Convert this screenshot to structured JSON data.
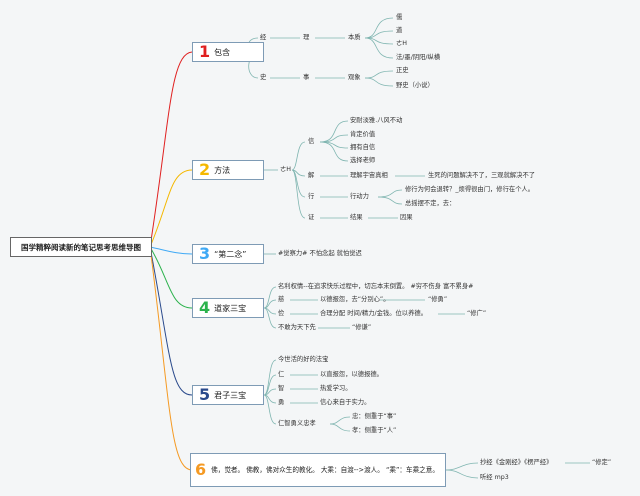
{
  "root": "国学精粹阅读新的笔记思考思维导图",
  "colors": {
    "n1": "#e02020",
    "n2": "#f5b800",
    "n3": "#3fa9f5",
    "n4": "#2bb24c",
    "n5": "#2a4a8c",
    "n6": "#f59a23"
  },
  "b1": {
    "num": "1",
    "label": "包含",
    "jing": "经",
    "li": "理",
    "benzhi": "本质",
    "items": [
      "儒",
      "道",
      "ㄜH",
      "法/墨/阴阳/纵横"
    ],
    "shi": "史",
    "shi2": "事",
    "guanji": "观象",
    "shi_items": [
      "正史",
      "野史（小说）"
    ]
  },
  "b2": {
    "num": "2",
    "label": "方法",
    "x": "ㄜH",
    "xin": "信",
    "xin_items": [
      "安耐淡雅.八风不动",
      "肯定价值",
      "拥有自信",
      "选择老师"
    ],
    "jie": "解",
    "jie_a": "理解宇宙真相",
    "jie_b": "生死的问题解决不了，三观就解决不了",
    "xing": "行",
    "xingdong": "行动力",
    "xing_a": "修行为何会退转？_烦得很由门，修行在个人。",
    "xing_b": "总摇摆不定，去：",
    "zheng": "证",
    "jieguo": "结果",
    "yinguo": "因果"
  },
  "b3": {
    "num": "3",
    "label": "“第二念”",
    "text": "#觉察力# 不怕念起 就怕觉迟"
  },
  "b4": {
    "num": "4",
    "label": "道家三宝",
    "a": "名利权情--在追求快乐过程中，切忘本末倒置。 #穷不伤身 富不累身#",
    "ci": "慈",
    "ci_a": "以德报怨，去“分别心”。",
    "ci_b": "“修勇”",
    "jian": "俭",
    "jian_a": "合理分配 时间/精力/金钱。位以养德。",
    "jian_b": "“修广”",
    "bugan": "不敢为天下先",
    "bugan_b": "“修谦”"
  },
  "b5": {
    "num": "5",
    "label": "君子三宝",
    "a": "今世活的好的法宝",
    "ren": "仁",
    "ren_a": "以直报怨，以德报德。",
    "zhi": "智",
    "zhi_a": "热爱学习。",
    "yong": "勇",
    "yong_a": "信心来自于实力。",
    "renzhi": "仁智勇义忠孝",
    "zhong": "忠：侧重于“事”",
    "xiao": "孝：侧重于“人”"
  },
  "b6": {
    "num": "6",
    "text": "佛，觉者。 佛教，佛对众生的教化。 大乘：自渡-->渡人。 “乘”：车乘之意。",
    "sutra": "抄经《金刚经》《楞严经》",
    "sutra_b": "“修定”",
    "mp3": "听经 mp3"
  }
}
